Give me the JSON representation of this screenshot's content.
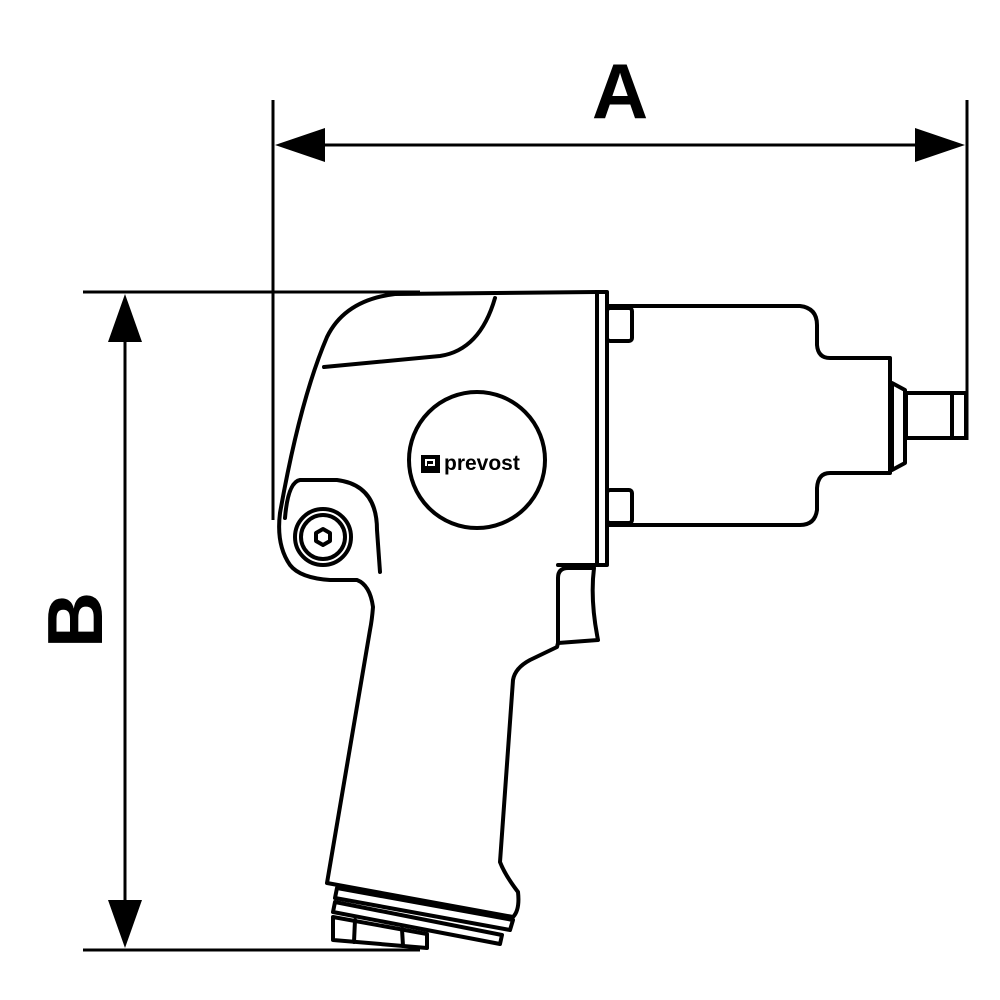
{
  "dimensions": {
    "length_label": "A",
    "height_label": "B"
  },
  "logo": {
    "brand": "prevost"
  },
  "colors": {
    "stroke": "#000000",
    "background": "#ffffff"
  }
}
